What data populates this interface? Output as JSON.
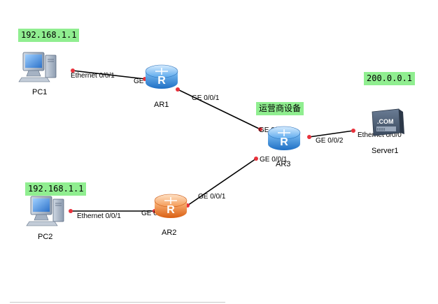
{
  "notes": {
    "pc1_ip": "192.168.1.1",
    "pc2_ip": "192.168.1.1",
    "server_ip": "200.0.0.1",
    "isp_device": "运营商设备"
  },
  "devices": {
    "pc1": "PC1",
    "pc2": "PC2",
    "ar1": "AR1",
    "ar2": "AR2",
    "ar3": "AR3",
    "server1": "Server1",
    "server_badge": ".COM"
  },
  "ports": {
    "pc1_eth": "Ethernet 0/0/1",
    "ar1_ge000": "GE 0/0/0",
    "ar1_ge001": "GE 0/0/1",
    "ar3_ge000": "GE 0/0/0",
    "ar3_ge001": "GE 0/0/1",
    "ar3_ge002": "GE 0/0/2",
    "server_eth": "Ethernet 0/0/0",
    "pc2_eth": "Ethernet 0/0/1",
    "ar2_ge000": "GE 0/0/0",
    "ar2_ge001": "GE 0/0/1"
  },
  "colors": {
    "router_blue": "#3d8fe0",
    "router_orange": "#f08a3c",
    "link_dot": "#e8323c",
    "note_bg": "#90ee90"
  }
}
